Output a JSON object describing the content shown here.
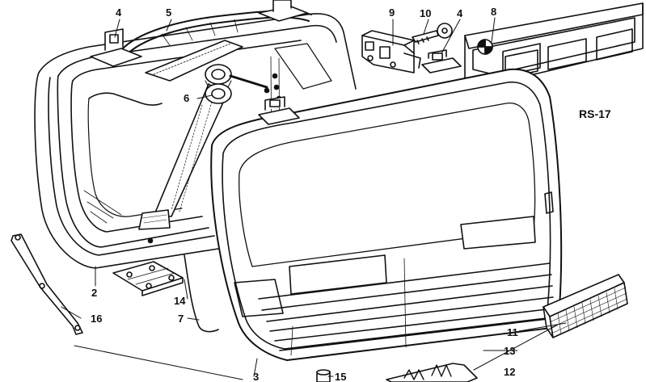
{
  "diagram": {
    "reference_code": "RS-17",
    "callouts": [
      {
        "id": "c2",
        "label": "2"
      },
      {
        "id": "c3",
        "label": "3"
      },
      {
        "id": "c4a",
        "label": "4"
      },
      {
        "id": "c4b",
        "label": "4"
      },
      {
        "id": "c5",
        "label": "5"
      },
      {
        "id": "c6",
        "label": "6"
      },
      {
        "id": "c7",
        "label": "7"
      },
      {
        "id": "c8",
        "label": "8"
      },
      {
        "id": "c9",
        "label": "9"
      },
      {
        "id": "c10",
        "label": "10"
      },
      {
        "id": "c11",
        "label": "11"
      },
      {
        "id": "c12",
        "label": "12"
      },
      {
        "id": "c13",
        "label": "13"
      },
      {
        "id": "c14",
        "label": "14"
      },
      {
        "id": "c15",
        "label": "15"
      },
      {
        "id": "c16",
        "label": "16"
      }
    ],
    "line_color": "#111111",
    "fill_color": "#ffffff"
  }
}
